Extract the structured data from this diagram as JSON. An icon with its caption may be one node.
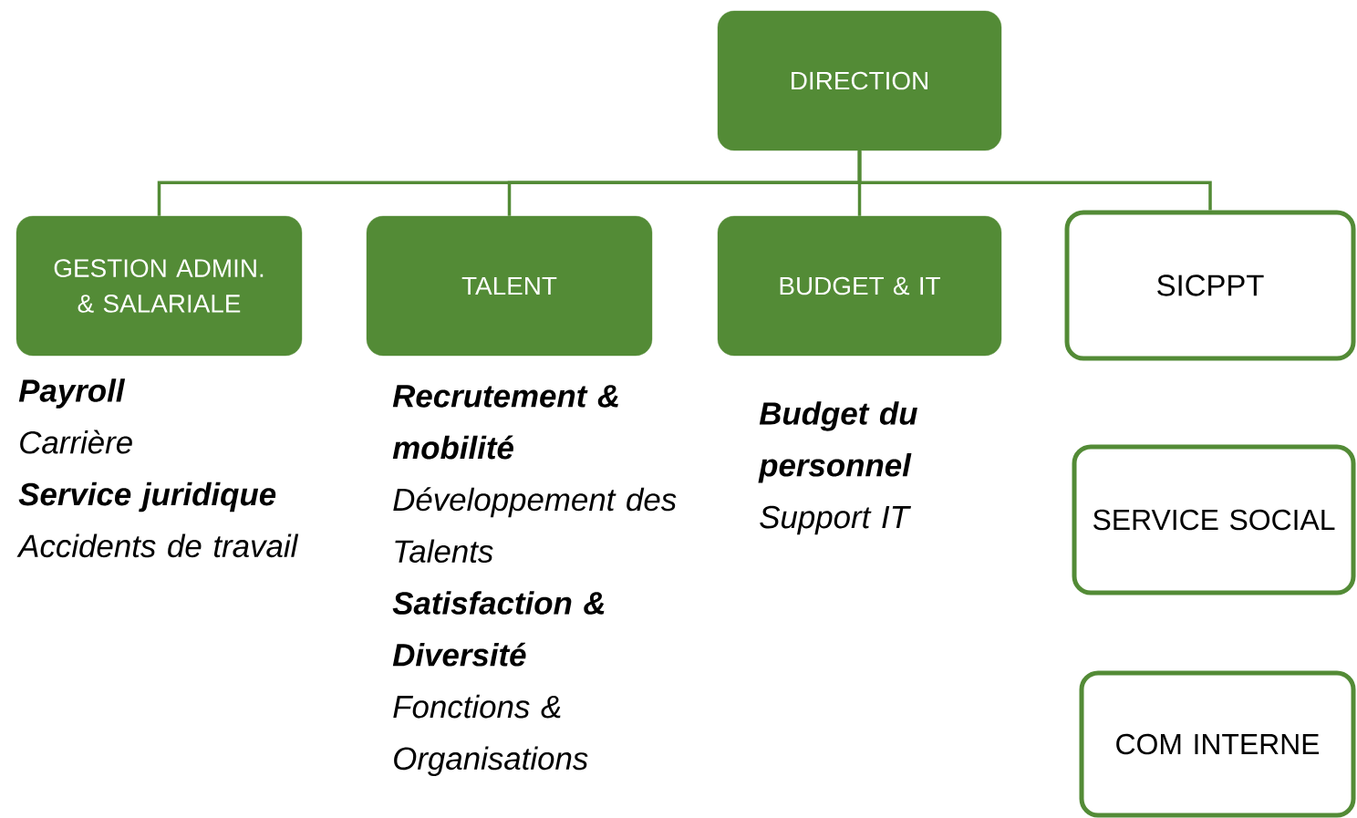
{
  "diagram": {
    "nodes": [
      {
        "text": [
          "DIRECTION"
        ]
      },
      {
        "text": [
          "GESTION ADMIN. & SALARIALE"
        ],
        "beside": [
          "Payroll",
          "Carrière",
          "Service juridique",
          "Accidents de travail"
        ]
      },
      {
        "text": [
          "TALENT"
        ],
        "beside": [
          "Recrutement & mobilité",
          "Développement des Talents",
          "Satisfaction & Diversité",
          "Fonctions & Organisations"
        ]
      },
      {
        "text": [
          "BUDGET & IT"
        ],
        "beside": [
          "Budget du personnel",
          "Support IT"
        ]
      },
      {
        "text": [
          "SICPPT"
        ]
      },
      {
        "text": [
          "SERVICE SOCIAL"
        ]
      },
      {
        "text": [
          "COM INTERNE"
        ]
      }
    ],
    "edges": [
      {
        "from": 0,
        "to": 1,
        "arrow": "none"
      },
      {
        "from": 0,
        "to": 2,
        "arrow": "none"
      },
      {
        "from": 0,
        "to": 3,
        "arrow": "none"
      },
      {
        "from": 0,
        "to": 4,
        "arrow": "none"
      }
    ]
  }
}
